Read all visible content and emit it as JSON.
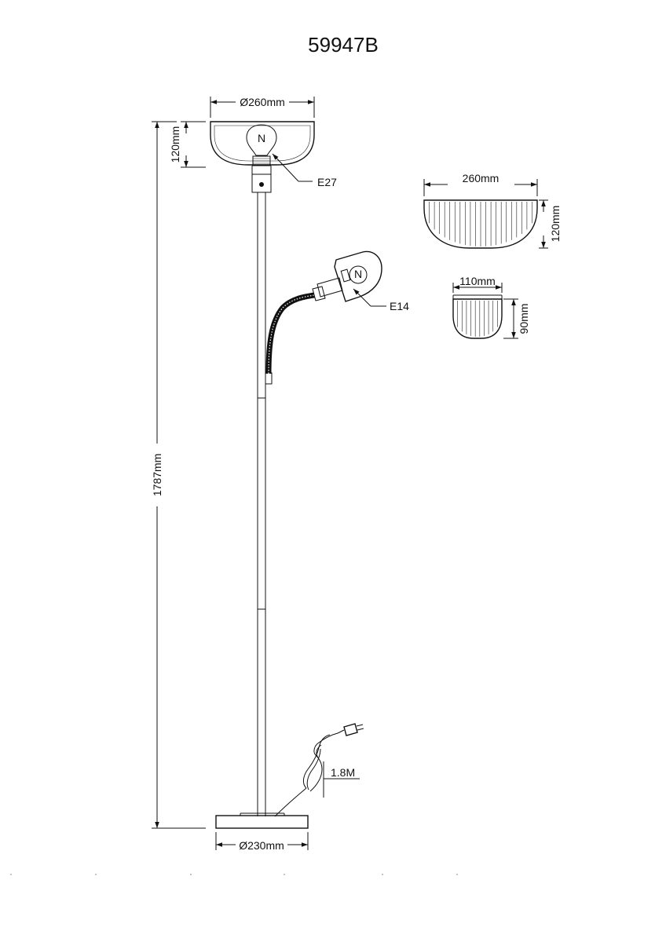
{
  "title": "59947B",
  "labels": {
    "upper_shade_diameter": "Ø260mm",
    "upper_shade_height": "120mm",
    "upper_socket": "E27",
    "reading_socket": "E14",
    "total_height": "1787mm",
    "cable_length": "1.8M",
    "base_diameter": "Ø230mm",
    "large_shade_width": "260mm",
    "large_shade_height": "120mm",
    "small_shade_width": "110mm",
    "small_shade_height": "90mm",
    "bulb_mark": "N"
  },
  "colors": {
    "line": "#111111",
    "background": "#ffffff"
  }
}
